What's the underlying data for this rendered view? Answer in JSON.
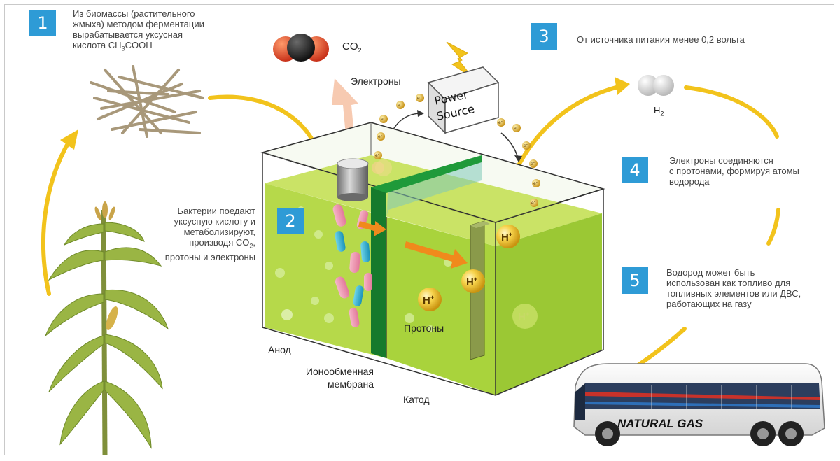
{
  "steps": {
    "s1": {
      "number": "1",
      "lines": [
        "Из биомассы (растительного",
        "жмыха)  методом ферментации",
        "вырабатывается уксусная"
      ],
      "last_prefix": "кислота CH",
      "last_sub": "3",
      "last_suffix": "COOH"
    },
    "s2": {
      "number": "2",
      "lines": [
        "Бактерии поедают",
        "уксусную кислоту и",
        "метаболизируют,"
      ],
      "co2_prefix": "производя CO",
      "co2_sub": "2",
      "co2_suffix": ",",
      "last_line": "протоны и электроны"
    },
    "s3": {
      "number": "3",
      "text": "От источника питания менее 0,2 вольта"
    },
    "s4": {
      "number": "4",
      "lines": [
        "Электроны соединяются",
        "с протонами, формируя атомы",
        "водорода"
      ]
    },
    "s5": {
      "number": "5",
      "lines": [
        "Водород может быть",
        "использован как топливо для",
        "топливных элементов или ДВС,",
        "работающих на газу"
      ]
    }
  },
  "labels": {
    "co2_main": "CO",
    "co2_sub": "2",
    "h2_main": "H",
    "h2_sub": "2",
    "electrons": "Электроны",
    "power_line1": "Power",
    "power_line2": "Source",
    "protons": "Протоны",
    "anode": "Анод",
    "membrane_line1": "Ионообменная",
    "membrane_line2": "мембрана",
    "cathode": "Катод",
    "h_plus": "H",
    "plus": "+",
    "electron": "e",
    "minus": "-",
    "bus_text": "NATURAL GAS"
  },
  "colors": {
    "step_badge": "#2e9bd6",
    "arrow": "#f2c31c",
    "liquid": "#b6d94a",
    "membrane": "#1f9a3a",
    "proton_arrow": "#f08a1c"
  },
  "icons": [
    "corn-plant-icon",
    "biomass-straw-icon",
    "co2-molecule-icon",
    "h2-molecule-icon",
    "lightning-icon",
    "bus-icon"
  ]
}
